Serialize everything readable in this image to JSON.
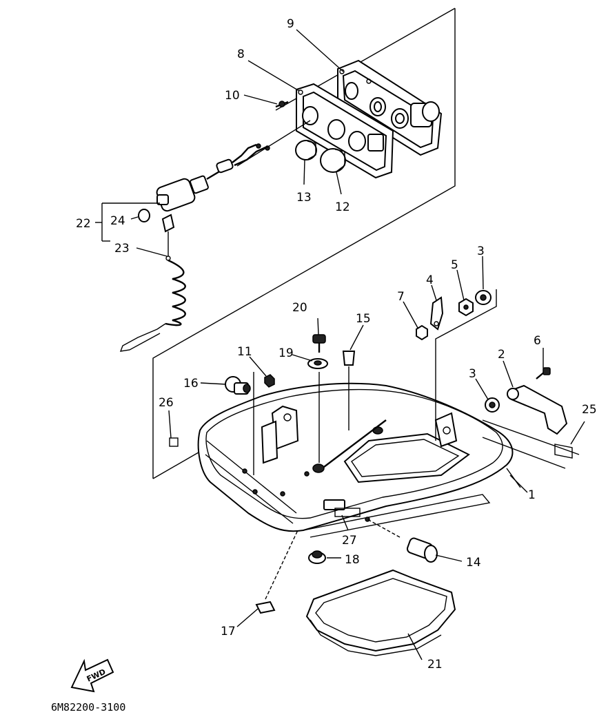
{
  "labels": {
    "p1": "1",
    "p2": "2",
    "p3a": "3",
    "p3b": "3",
    "p4": "4",
    "p5": "5",
    "p6": "6",
    "p7": "7",
    "p8": "8",
    "p9": "9",
    "p10": "10",
    "p11": "11",
    "p12": "12",
    "p13": "13",
    "p14": "14",
    "p15": "15",
    "p16": "16",
    "p17": "17",
    "p18": "18",
    "p19": "19",
    "p20": "20",
    "p21": "21",
    "p22": "22",
    "p23": "23",
    "p24": "24",
    "p25": "25",
    "p26": "26",
    "p27": "27"
  },
  "fwd_label": "FWD",
  "diagram_code": "6M82200-3100",
  "icons": {
    "forward_arrow": "fwd-arrow-icon"
  }
}
